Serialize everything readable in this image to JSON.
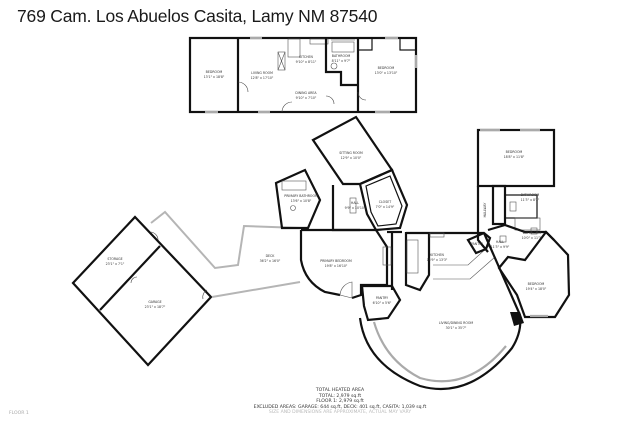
{
  "header": {
    "title": "769 Cam. Los Abuelos Casita, Lamy NM 87540"
  },
  "casita": {
    "rooms": [
      {
        "name": "BEDROOM",
        "dims": "13'1\" x 18'8\""
      },
      {
        "name": "LIVING ROOM",
        "dims": "12'8\" x 17'10\""
      },
      {
        "name": "KITCHEN",
        "dims": "9'10\" x 8'11\""
      },
      {
        "name": "DINING AREA",
        "dims": "9'10\" x 7'10\""
      },
      {
        "name": "BATHROOM",
        "dims": "8'11\" x 9'7\""
      },
      {
        "name": "BEDROOM",
        "dims": "13'0\" x 13'10\""
      }
    ]
  },
  "main_house": {
    "rooms": [
      {
        "name": "SITTING ROOM",
        "dims": "12'9\" x 10'0\""
      },
      {
        "name": "PRIMARY BATHROOM",
        "dims": "13'6\" x 10'8\""
      },
      {
        "name": "HALL",
        "dims": "9'9\" x 10'10\""
      },
      {
        "name": "CLOSET",
        "dims": "7'0\" x 14'9\""
      },
      {
        "name": "PRIMARY BEDROOM",
        "dims": "19'8\" x 16'10\""
      },
      {
        "name": "PANTRY",
        "dims": "6'10\" x 5'6\""
      },
      {
        "name": "KITCHEN",
        "dims": "15'9\" x 13'3\""
      },
      {
        "name": "LIVING/DINING ROOM",
        "dims": "30'1\" x 35'7\""
      },
      {
        "name": "PANTRY",
        "dims": ""
      },
      {
        "name": "HALL",
        "dims": "11'3\" x 9'9\""
      },
      {
        "name": "BATHROOM",
        "dims": "10'0\" x 11'3\""
      },
      {
        "name": "BEDROOM",
        "dims": "18'8\" x 11'8\""
      },
      {
        "name": "BATHROOM",
        "dims": "11'3\" x 8'3\""
      },
      {
        "name": "HALLWAY",
        "dims": ""
      },
      {
        "name": "BEDROOM",
        "dims": "19'4\" x 18'0\""
      },
      {
        "name": "DECK",
        "dims": "36'2\" x 16'0\""
      },
      {
        "name": "GARAGE",
        "dims": "23'1\" x 18'7\""
      },
      {
        "name": "STORAGE",
        "dims": "23'1\" x 7'1\""
      }
    ]
  },
  "summary": {
    "heading": "TOTAL HEATED AREA",
    "total": "TOTAL: 2,979 sq.ft",
    "floor1": "FLOOR 1: 2,979 sq.ft",
    "excluded": "EXCLUDED AREAS: GARAGE: 644 sq.ft, DECK: 401 sq.ft, CASITA: 1,039 sq.ft",
    "disclaimer": "SIZE AND DIMENSIONS ARE APPROXIMATE, ACTUAL MAY VARY"
  },
  "footer": {
    "floor_label": "FLOOR 1"
  }
}
